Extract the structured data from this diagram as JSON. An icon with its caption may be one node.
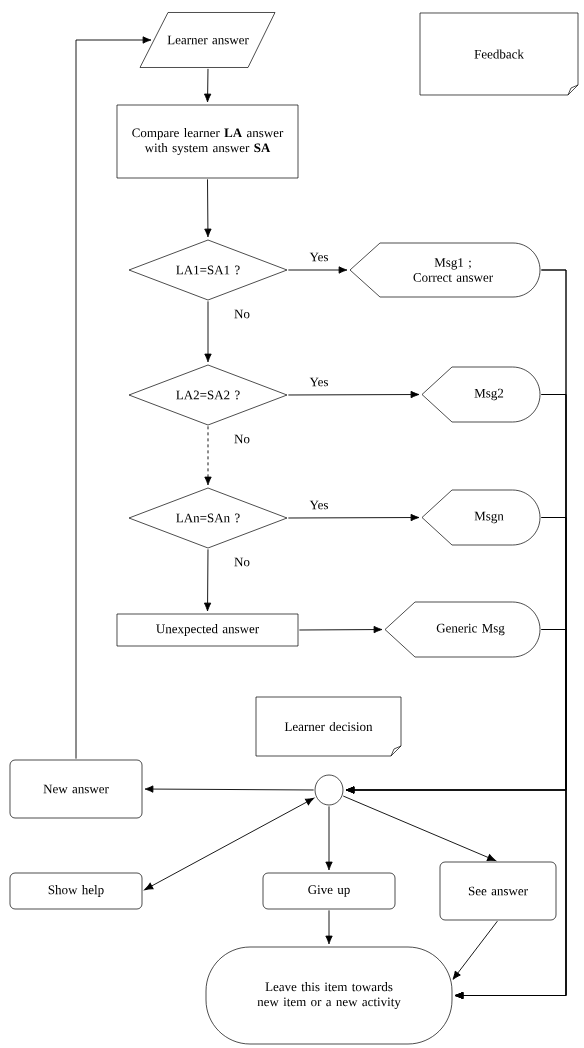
{
  "diagram": {
    "nodes": [
      {
        "text": [
          "Learner answer"
        ]
      },
      {
        "text": [
          "Feedback"
        ]
      },
      {
        "text": [
          "Compare learner **LA** answer with system answer **SA**"
        ]
      },
      {
        "text": [
          "LA1=SA1 ?"
        ]
      },
      {
        "text": [
          "Msg1 ;",
          "Correct answer"
        ]
      },
      {
        "text": [
          "LA2=SA2 ?"
        ]
      },
      {
        "text": [
          "Msg2"
        ]
      },
      {
        "text": [
          "LAn=SAn ?"
        ]
      },
      {
        "text": [
          "Msgn"
        ]
      },
      {
        "text": [
          "Unexpected answer"
        ]
      },
      {
        "text": [
          "Generic Msg"
        ]
      },
      {
        "text": [
          "Learner decision"
        ]
      },
      {
        "text": [
          "New answer"
        ]
      },
      {
        "text": [],
        "shape": "circle"
      },
      {
        "text": [
          "Show help"
        ]
      },
      {
        "text": [
          "Give up"
        ]
      },
      {
        "text": [
          "See answer"
        ]
      },
      {
        "text": [
          "Leave this item towards new item or a new activity"
        ]
      }
    ],
    "edges": [
      {
        "from": 0,
        "to": 2,
        "arrow": "to"
      },
      {
        "from": 2,
        "to": 3,
        "arrow": "to"
      },
      {
        "from": 3,
        "to": 4,
        "arrow": "to",
        "label": "Yes"
      },
      {
        "from": 3,
        "to": 5,
        "arrow": "to",
        "label": "No"
      },
      {
        "from": 5,
        "to": 6,
        "arrow": "to",
        "label": "Yes"
      },
      {
        "from": 5,
        "to": 7,
        "arrow": "to",
        "label": "No",
        "style": "dashed"
      },
      {
        "from": 7,
        "to": 8,
        "arrow": "to",
        "label": "Yes"
      },
      {
        "from": 7,
        "to": 9,
        "arrow": "to",
        "label": "No"
      },
      {
        "from": 9,
        "to": 10,
        "arrow": "to"
      },
      {
        "from": 4,
        "to": 13,
        "arrow": "to"
      },
      {
        "from": 6,
        "to": 13,
        "arrow": "to"
      },
      {
        "from": 8,
        "to": 13,
        "arrow": "to"
      },
      {
        "from": 10,
        "to": 13,
        "arrow": "to"
      },
      {
        "from": 4,
        "to": 17,
        "arrow": "to"
      },
      {
        "from": 6,
        "to": 17,
        "arrow": "to"
      },
      {
        "from": 8,
        "to": 17,
        "arrow": "to"
      },
      {
        "from": 10,
        "to": 17,
        "arrow": "to"
      },
      {
        "from": 13,
        "to": 12,
        "arrow": "to"
      },
      {
        "from": 13,
        "to": 14,
        "arrow": "both"
      },
      {
        "from": 13,
        "to": 15,
        "arrow": "to"
      },
      {
        "from": 13,
        "to": 16,
        "arrow": "to"
      },
      {
        "from": 15,
        "to": 17,
        "arrow": "to"
      },
      {
        "from": 16,
        "to": 17,
        "arrow": "to"
      },
      {
        "from": 12,
        "to": 0,
        "arrow": "to"
      }
    ]
  }
}
